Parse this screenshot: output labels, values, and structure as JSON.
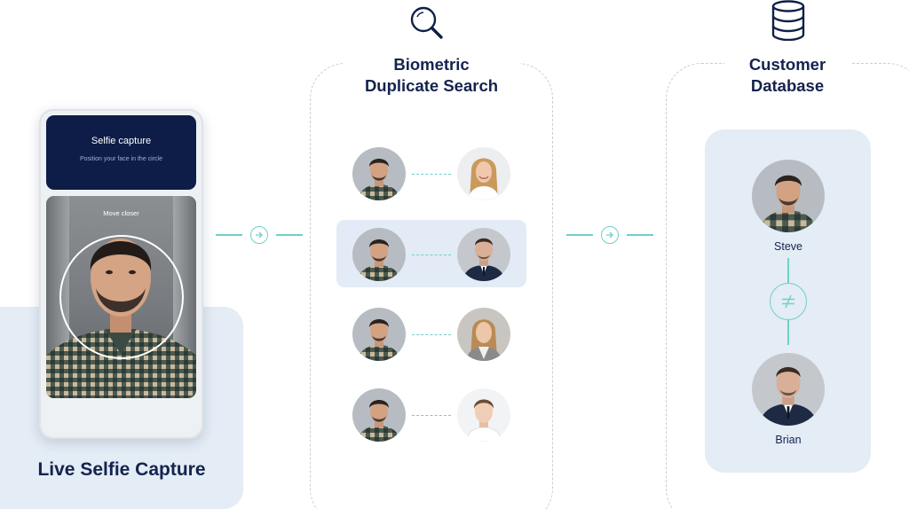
{
  "phone": {
    "header_title": "Selfie capture",
    "header_subtitle": "Position your face in the circle",
    "camera_hint": "Move closer"
  },
  "selfie_panel": {
    "title": "Live Selfie Capture"
  },
  "search": {
    "title_line1": "Biometric",
    "title_line2": "Duplicate Search",
    "icon": "magnifier-icon",
    "rows": [
      {
        "left": "man-checked-shirt",
        "right": "blonde-woman",
        "highlighted": false
      },
      {
        "left": "man-checked-shirt",
        "right": "man-suit",
        "highlighted": true
      },
      {
        "left": "man-checked-shirt",
        "right": "woman-blazer",
        "highlighted": false
      },
      {
        "left": "man-checked-shirt",
        "right": "young-man-white-shirt",
        "highlighted": false
      }
    ]
  },
  "database": {
    "title_line1": "Customer",
    "title_line2": "Database",
    "icon": "database-icon",
    "person_top": "Steve",
    "person_bottom": "Brian",
    "relation_icon": "not-equal-icon"
  },
  "colors": {
    "navy": "#0d1d47",
    "teal": "#6fd0c9",
    "panel": "#e4ecf5",
    "dash": "#c9ced6"
  }
}
